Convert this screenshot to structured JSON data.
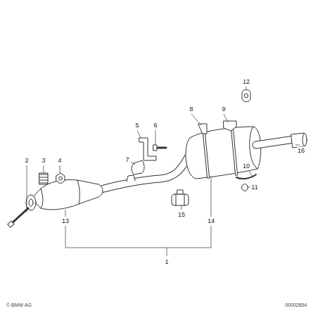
{
  "diagram": {
    "labels": [
      "1",
      "2",
      "3",
      "4",
      "5",
      "6",
      "7",
      "8",
      "9",
      "10",
      "11",
      "12",
      "13",
      "14",
      "15",
      "16",
      "© BMW AG",
      "00002654"
    ]
  }
}
